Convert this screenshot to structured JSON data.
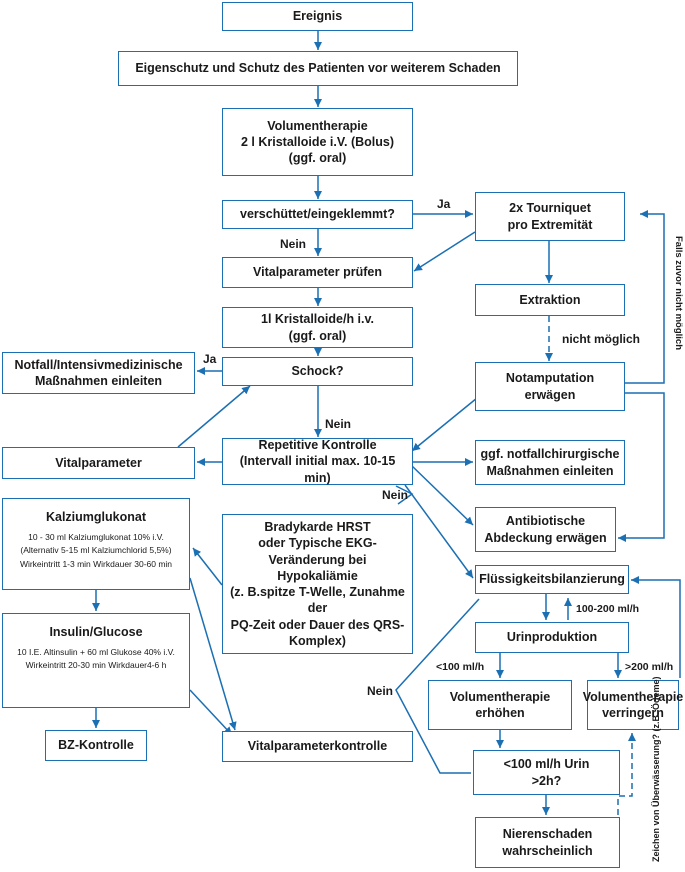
{
  "nodes": {
    "ereignis": [
      "Ereignis"
    ],
    "eigenschutz": [
      "Eigenschutz und Schutz des Patienten vor weiterem Schaden"
    ],
    "volumentherapie": [
      "Volumentherapie",
      "2 l Kristalloide i.V. (Bolus)",
      "(ggf. oral)"
    ],
    "verschuettet": [
      "verschüttet/eingeklemmt?"
    ],
    "tourniquet": [
      "2x Tourniquet",
      "pro Extremität"
    ],
    "vitalparameter_pruefen": [
      "Vitalparameter prüfen"
    ],
    "extraktion": [
      "Extraktion"
    ],
    "kristalloide": [
      "1l Kristalloide/h i.v.",
      "(ggf. oral)"
    ],
    "notamputation": [
      "Notamputation",
      "erwägen"
    ],
    "notfall": [
      "Notfall/Intensivmedizinische",
      "Maßnahmen einleiten"
    ],
    "schock": [
      "Schock?"
    ],
    "vitalparameter": [
      "Vitalparameter"
    ],
    "repetitive": [
      "Repetitive Kontrolle",
      "(Intervall initial max. 10-15 min)"
    ],
    "notfallchirurgisch": [
      "ggf. notfallchirurgische",
      "Maßnahmen einleiten"
    ],
    "kalzium_title": "Kalziumglukonat",
    "kalzium_details": [
      "10 - 30 ml Kalziumglukonat 10% i.V.",
      "(Alternativ 5-15 ml Kalziumchlorid 5,5%)",
      "Wirkeintritt 1-3 min Wirkdauer 30-60 min"
    ],
    "bradykarde": [
      "Bradykarde HRST",
      "oder Typische EKG-",
      "Veränderung bei",
      "Hypokaliämie",
      "(z. B.spitze T-Welle, Zunahme der",
      "PQ-Zeit oder Dauer des QRS-",
      "Komplex)"
    ],
    "antibiotische": [
      "Antibiotische",
      "Abdeckung erwägen"
    ],
    "fluessigkeit": [
      "Flüssigkeitsbilanzierung"
    ],
    "urinproduktion": [
      "Urinproduktion"
    ],
    "insulin_title": "Insulin/Glucose",
    "insulin_details": [
      "10 I.E. Altinsulin + 60 ml Glukose 40% i.V.",
      "Wirkeintritt 20-30 min Wirkdauer4-6 h"
    ],
    "vol_erhoehen": [
      "Volumentherapie",
      "erhöhen"
    ],
    "vol_verringern": [
      "Volumentherapie",
      "verringern"
    ],
    "bz_kontrolle": [
      "BZ-Kontrolle"
    ],
    "vitalparameterkontrolle": [
      "Vitalparameterkontrolle"
    ],
    "urin_2h": [
      "<100 ml/h Urin",
      ">2h?"
    ],
    "nierenschaden": [
      "Nierenschaden",
      "wahrscheinlich"
    ]
  },
  "labels": {
    "ja_tourniquet": "Ja",
    "nein_vital": "Nein",
    "nicht_moeglich": "nicht möglich",
    "falls_zuvor": "Falls zuvor nicht möglich",
    "ja_notfall": "Ja",
    "nein_repetitive": "Nein",
    "nein_brady": "Nein",
    "nein_fluid": "Nein",
    "ml_100_200": "100-200 ml/h",
    "ml_lt100": "<100 ml/h",
    "ml_gt200": ">200 ml/h",
    "zeichen": [
      "Zeichen von Überwässerung?",
      "(z.B. Ödeme)"
    ]
  },
  "colors": {
    "line": "#1b6fb3",
    "text": "#1a1a1a"
  }
}
